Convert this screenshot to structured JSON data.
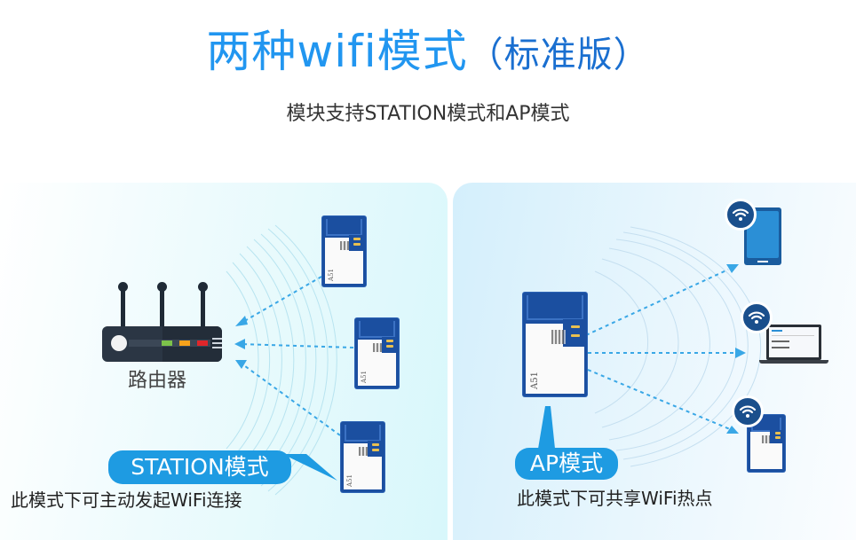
{
  "header": {
    "title_main": "两种wifi模式",
    "title_sub": "（标准版）",
    "subtitle": "模块支持STATION模式和AP模式"
  },
  "station_panel": {
    "device_label": "路由器",
    "mode_badge": "STATION模式",
    "description": "此模式下可主动发起WiFi连接",
    "module_count": 3,
    "module_text": "A51",
    "router_leds": [
      "#7cc24a",
      "#f7a21b",
      "#e0262a"
    ]
  },
  "ap_panel": {
    "mode_badge": "AP模式",
    "description": "此模式下可共享WiFi热点",
    "module_text": "A51",
    "clients": [
      "phone",
      "laptop",
      "module"
    ]
  },
  "colors": {
    "accent": "#2196f0",
    "badge": "#1e9be2",
    "module_blue": "#1b4fa0",
    "wifi_badge": "#1a4f8c",
    "router_body": "#2b3644",
    "arrow": "#39a7e6"
  }
}
